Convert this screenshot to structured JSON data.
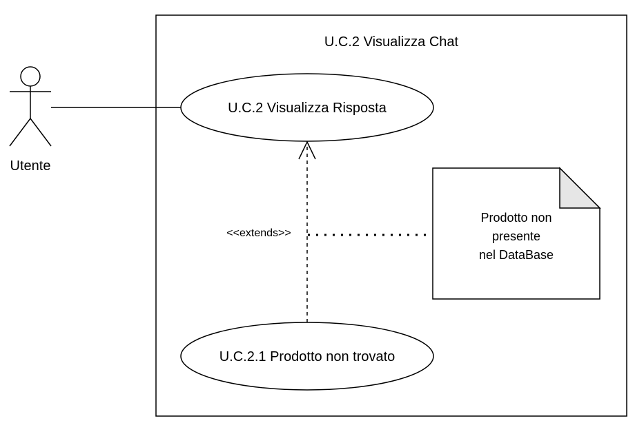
{
  "system": {
    "title": "U.C.2 Visualizza Chat"
  },
  "actor": {
    "name": "Utente",
    "icon": "stick-figure-icon"
  },
  "use_cases": {
    "main": "U.C.2 Visualizza Risposta",
    "extension": "U.C.2.1 Prodotto non trovato"
  },
  "relationship": {
    "stereotype": "<<extends>>"
  },
  "note": {
    "lines": [
      "Prodotto non",
      "presente",
      "nel DataBase"
    ]
  },
  "colors": {
    "stroke": "#000000",
    "background": "#ffffff",
    "note_fold": "#e6e6e6"
  }
}
